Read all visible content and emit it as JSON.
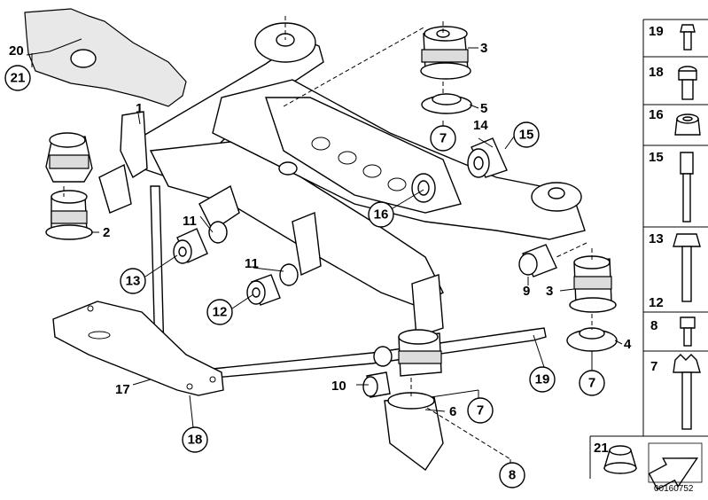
{
  "callouts": {
    "c1": "1",
    "c2": "2",
    "c3a": "3",
    "c3b": "3",
    "c4": "4",
    "c5": "5",
    "c6": "6",
    "c7a": "7",
    "c7b": "7",
    "c7c": "7",
    "c8": "8",
    "c9": "9",
    "c10": "10",
    "c11a": "11",
    "c11b": "11",
    "c12": "12",
    "c13": "13",
    "c14": "14",
    "c15": "15",
    "c16": "16",
    "c17": "17",
    "c18": "18",
    "c19": "19",
    "c20": "20",
    "c21": "21"
  },
  "parts_panel": {
    "p19": "19",
    "p18": "18",
    "p16": "16",
    "p15": "15",
    "p13": "13",
    "p12": "12",
    "p8": "8",
    "p7": "7",
    "p21": "21"
  },
  "doc_number": "00160752"
}
